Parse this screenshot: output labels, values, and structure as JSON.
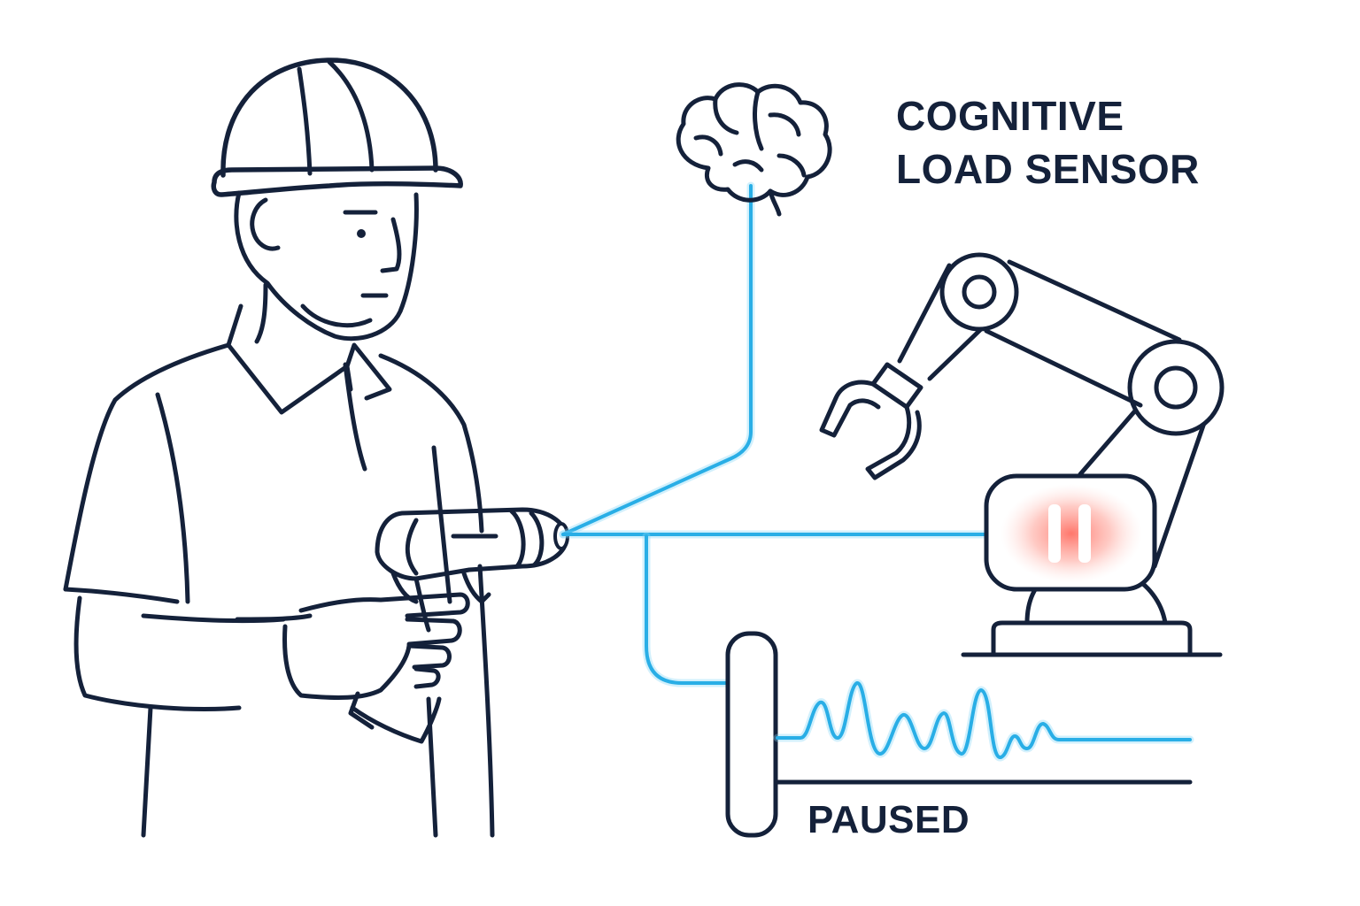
{
  "title": {
    "line1": "COGNITIVE",
    "line2": "LOAD SENSOR"
  },
  "status": {
    "label": "PAUSED"
  },
  "icons": {
    "worker": "worker-with-hard-hat",
    "tool": "power-drill",
    "sensor": "brain-icon",
    "robot": "robot-arm",
    "indicator": "pause-icon",
    "signal": "waveform"
  },
  "colors": {
    "ink": "#14213a",
    "signal_wire": "#29aee6",
    "pause_alert": "#ff6a5c"
  }
}
